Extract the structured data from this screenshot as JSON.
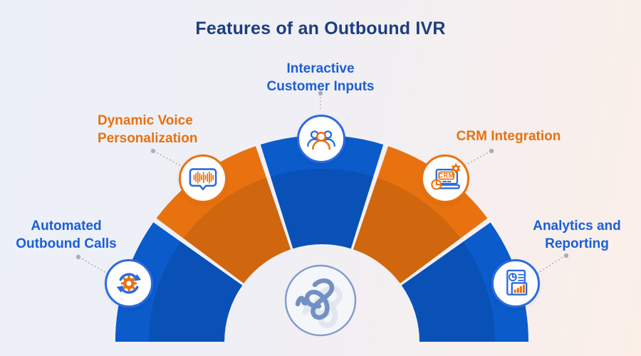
{
  "title": "Features of an Outbound IVR",
  "colors": {
    "segment_blue": "#0b5bcb",
    "segment_orange": "#e8720f",
    "label_blue": "#1a5fd6",
    "label_orange": "#e8710f",
    "title_navy": "#1c3e7d",
    "icon_blue": "#2b6be0",
    "icon_orange": "#e8720f",
    "connector_grey": "#a9aeb8",
    "logo_blue": "#7390c5",
    "bg_left": "#ecf0f9",
    "bg_right": "#fbefe8"
  },
  "features": [
    {
      "label_lines": [
        "Automated",
        "Outbound Calls"
      ],
      "accent": "blue",
      "icon": "sync-gear-icon"
    },
    {
      "label_lines": [
        "Dynamic Voice",
        "Personalization"
      ],
      "accent": "orange",
      "icon": "voice-waveform-icon"
    },
    {
      "label_lines": [
        "Interactive",
        "Customer Inputs"
      ],
      "accent": "blue",
      "icon": "customer-group-icon"
    },
    {
      "label_lines": [
        "CRM Integration"
      ],
      "accent": "orange",
      "icon": "crm-screen-icon",
      "icon_text": "CRM"
    },
    {
      "label_lines": [
        "Analytics and",
        "Reporting"
      ],
      "accent": "blue",
      "icon": "report-chart-icon"
    }
  ]
}
